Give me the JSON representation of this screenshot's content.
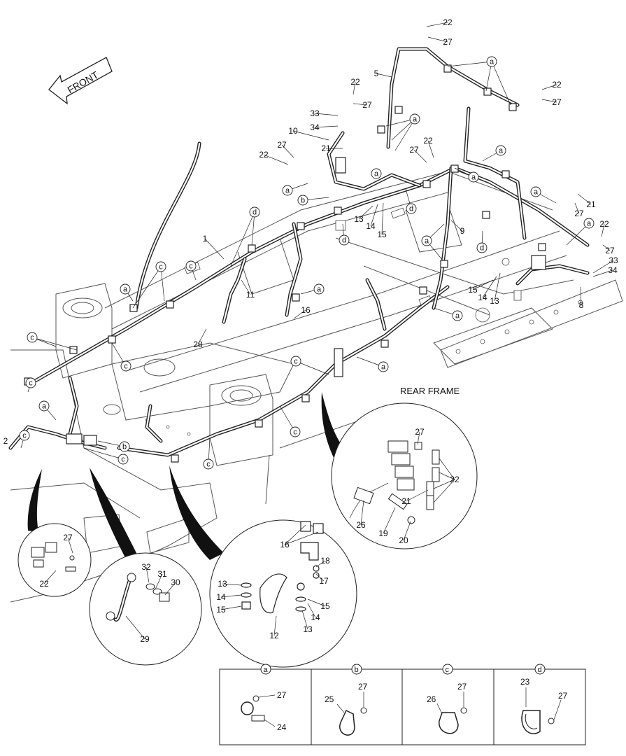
{
  "diagram": {
    "front_label": "FRONT",
    "rear_frame_label": "REAR FRAME",
    "callouts": [
      {
        "id": "c22a",
        "text": "22"
      },
      {
        "id": "c27a",
        "text": "27"
      },
      {
        "id": "c5",
        "text": "5"
      },
      {
        "id": "ca1",
        "text": "a"
      },
      {
        "id": "c22b",
        "text": "22"
      },
      {
        "id": "c27b",
        "text": "27"
      },
      {
        "id": "c22c",
        "text": "22"
      },
      {
        "id": "c27c",
        "text": "27"
      },
      {
        "id": "c33a",
        "text": "33"
      },
      {
        "id": "c34a",
        "text": "34"
      },
      {
        "id": "ca2",
        "text": "a"
      },
      {
        "id": "c10",
        "text": "10"
      },
      {
        "id": "c27d",
        "text": "27"
      },
      {
        "id": "c21a",
        "text": "21"
      },
      {
        "id": "c22d",
        "text": "22"
      },
      {
        "id": "c22e",
        "text": "22"
      },
      {
        "id": "c27e",
        "text": "27"
      },
      {
        "id": "ca3",
        "text": "a"
      },
      {
        "id": "ca4",
        "text": "a"
      },
      {
        "id": "ca5",
        "text": "a"
      },
      {
        "id": "ca6",
        "text": "a"
      },
      {
        "id": "cb1",
        "text": "b"
      },
      {
        "id": "cd1",
        "text": "d"
      },
      {
        "id": "cd2",
        "text": "d"
      },
      {
        "id": "cd3",
        "text": "d"
      },
      {
        "id": "c13a",
        "text": "13"
      },
      {
        "id": "c14a",
        "text": "14"
      },
      {
        "id": "c15a",
        "text": "15"
      },
      {
        "id": "ca7",
        "text": "a"
      },
      {
        "id": "c21b",
        "text": "21"
      },
      {
        "id": "c27f",
        "text": "27"
      },
      {
        "id": "ca8",
        "text": "a"
      },
      {
        "id": "c22f",
        "text": "22"
      },
      {
        "id": "c27g",
        "text": "27"
      },
      {
        "id": "c9",
        "text": "9"
      },
      {
        "id": "cd4",
        "text": "d"
      },
      {
        "id": "ca9",
        "text": "a"
      },
      {
        "id": "c1",
        "text": "1"
      },
      {
        "id": "cc1",
        "text": "c"
      },
      {
        "id": "cc2",
        "text": "c"
      },
      {
        "id": "ca10",
        "text": "a"
      },
      {
        "id": "c11",
        "text": "11"
      },
      {
        "id": "ca11",
        "text": "a"
      },
      {
        "id": "c16a",
        "text": "16"
      },
      {
        "id": "c15b",
        "text": "15"
      },
      {
        "id": "c14b",
        "text": "14"
      },
      {
        "id": "c13b",
        "text": "13"
      },
      {
        "id": "c33b",
        "text": "33"
      },
      {
        "id": "c34b",
        "text": "34"
      },
      {
        "id": "c8",
        "text": "8"
      },
      {
        "id": "ca12",
        "text": "a"
      },
      {
        "id": "c28",
        "text": "28"
      },
      {
        "id": "cc3",
        "text": "c"
      },
      {
        "id": "cc4",
        "text": "c"
      },
      {
        "id": "ca13",
        "text": "a"
      },
      {
        "id": "cc5",
        "text": "c"
      },
      {
        "id": "cc6",
        "text": "c"
      },
      {
        "id": "ca14",
        "text": "a"
      },
      {
        "id": "c2",
        "text": "2"
      },
      {
        "id": "cc7",
        "text": "c"
      },
      {
        "id": "cb2",
        "text": "b"
      },
      {
        "id": "cc8",
        "text": "c"
      },
      {
        "id": "cc9",
        "text": "c"
      },
      {
        "id": "cc10",
        "text": "c"
      },
      {
        "id": "c27h",
        "text": "27"
      },
      {
        "id": "c22g",
        "text": "22"
      },
      {
        "id": "c21c",
        "text": "21"
      },
      {
        "id": "c26a",
        "text": "26"
      },
      {
        "id": "c19",
        "text": "19"
      },
      {
        "id": "c20",
        "text": "20"
      },
      {
        "id": "c27i",
        "text": "27"
      },
      {
        "id": "c22h",
        "text": "22"
      },
      {
        "id": "c16b",
        "text": "16"
      },
      {
        "id": "c18",
        "text": "18"
      },
      {
        "id": "c17",
        "text": "17"
      },
      {
        "id": "c13c",
        "text": "13"
      },
      {
        "id": "c14c",
        "text": "14"
      },
      {
        "id": "c15c",
        "text": "15"
      },
      {
        "id": "c15d",
        "text": "15"
      },
      {
        "id": "c14d",
        "text": "14"
      },
      {
        "id": "c13d",
        "text": "13"
      },
      {
        "id": "c12",
        "text": "12"
      },
      {
        "id": "c32",
        "text": "32"
      },
      {
        "id": "c31",
        "text": "31"
      },
      {
        "id": "c30",
        "text": "30"
      },
      {
        "id": "c29",
        "text": "29"
      }
    ]
  },
  "legend": {
    "panels": [
      {
        "letter": "a",
        "part_top": "27",
        "part_bottom": "24"
      },
      {
        "letter": "b",
        "part_top": "27",
        "part_bottom": "25"
      },
      {
        "letter": "c",
        "part_top": "27",
        "part_bottom": "26"
      },
      {
        "letter": "d",
        "part_top": "23",
        "part_bottom": "27"
      }
    ]
  }
}
